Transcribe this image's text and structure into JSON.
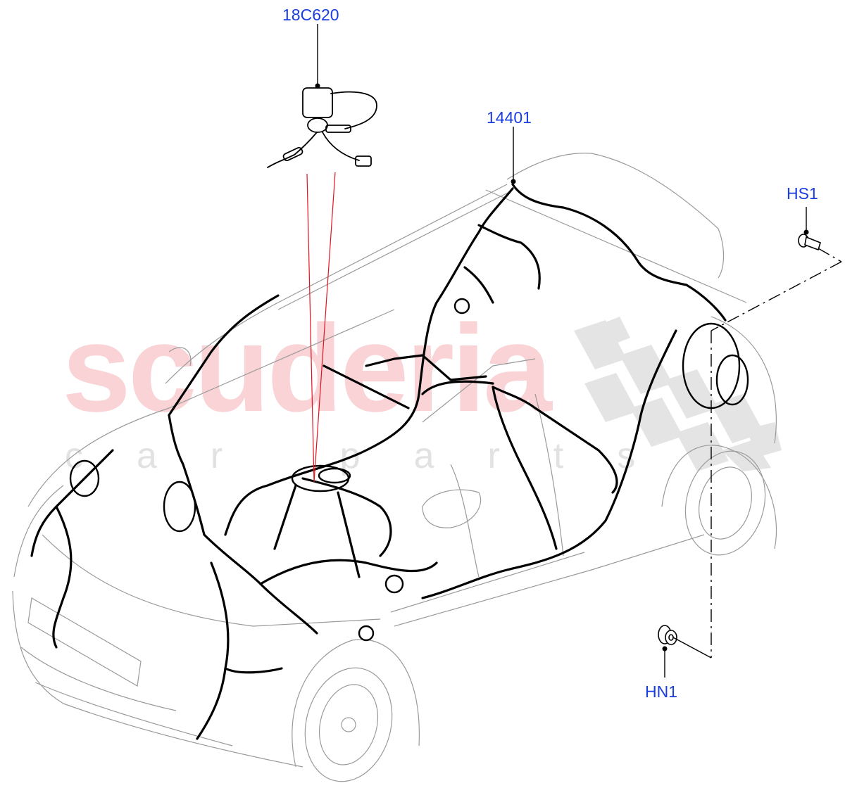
{
  "diagram": {
    "type": "vehicle-wiring-harness-parts-diagram",
    "callouts": [
      {
        "id": "18C620",
        "label": "18C620",
        "part": "sensor-with-pigtail-connector"
      },
      {
        "id": "14401",
        "label": "14401",
        "part": "main-wiring-harness"
      },
      {
        "id": "HS1",
        "label": "HS1",
        "part": "screw"
      },
      {
        "id": "HN1",
        "label": "HN1",
        "part": "nut"
      }
    ],
    "watermark": {
      "main": "scuderia",
      "sub": "car parts"
    },
    "colors": {
      "callout_text": "#1a3de0",
      "leader_line": "#000000",
      "highlight_leader": "#e0141e",
      "car_outline": "#9a9a9a",
      "harness": "#000000",
      "watermark_main": "#f9d3d6",
      "watermark_sub": "#e2e2e2",
      "checker": "#e0e0e0"
    }
  }
}
